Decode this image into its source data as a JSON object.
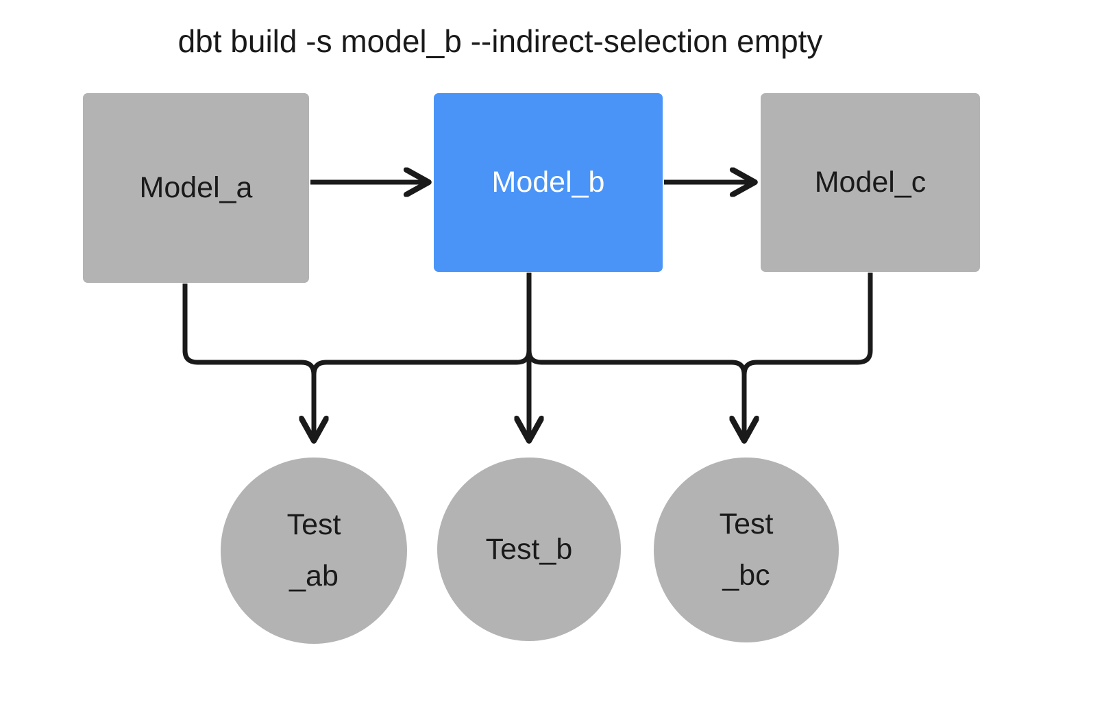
{
  "diagram": {
    "title": "dbt build -s model_b --indirect-selection empty",
    "background_color": "#ffffff",
    "edge_color": "#1a1a1a",
    "selected_color": "#4a94f8",
    "unselected_color": "#b3b3b3",
    "text_color": "#1a1a1a",
    "selected_text_color": "#ffffff"
  },
  "models": [
    {
      "id": "model_a",
      "label": "Model_a",
      "state": "unselected",
      "shape": "rect",
      "color": "#b3b3b3"
    },
    {
      "id": "model_b",
      "label": "Model_b",
      "state": "selected",
      "shape": "rect",
      "color": "#4a94f8"
    },
    {
      "id": "model_c",
      "label": "Model_c",
      "state": "unselected",
      "shape": "rect",
      "color": "#b3b3b3"
    }
  ],
  "tests": [
    {
      "id": "test_ab",
      "line1": "Test",
      "line2": "_ab",
      "state": "unselected",
      "shape": "circle",
      "color": "#b3b3b3"
    },
    {
      "id": "test_b",
      "line1": "Test_b",
      "line2": "",
      "state": "unselected",
      "shape": "circle",
      "color": "#b3b3b3"
    },
    {
      "id": "test_bc",
      "line1": "Test",
      "line2": "_bc",
      "state": "unselected",
      "shape": "circle",
      "color": "#b3b3b3"
    }
  ],
  "edges": [
    {
      "from": "model_a",
      "to": "model_b",
      "style": "arrow-right"
    },
    {
      "from": "model_b",
      "to": "model_c",
      "style": "arrow-right"
    },
    {
      "from": "model_a",
      "to": "test_ab",
      "style": "arrow-down-elbow"
    },
    {
      "from": "model_b",
      "to": "test_ab",
      "style": "arrow-down-elbow"
    },
    {
      "from": "model_b",
      "to": "test_b",
      "style": "arrow-down"
    },
    {
      "from": "model_b",
      "to": "test_bc",
      "style": "arrow-down-elbow"
    },
    {
      "from": "model_c",
      "to": "test_bc",
      "style": "arrow-down-elbow"
    }
  ]
}
